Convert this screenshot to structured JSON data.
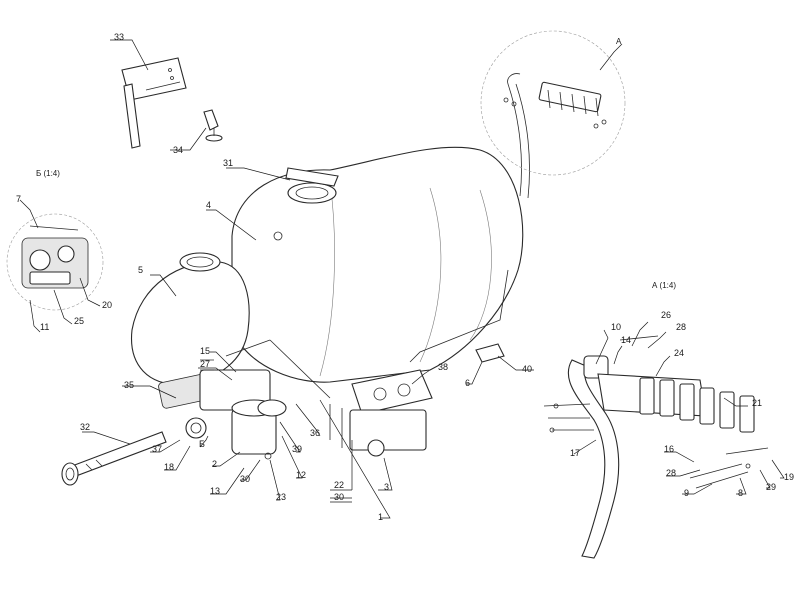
{
  "view_labels": {
    "a_top": "A",
    "b_detail": "Б (1:4)",
    "a_detail": "А (1:4)"
  },
  "callouts": [
    "33",
    "34",
    "31",
    "4",
    "5",
    "7",
    "20",
    "25",
    "11",
    "15",
    "27",
    "35",
    "32",
    "37",
    "18",
    "2",
    "Б",
    "13",
    "30",
    "23",
    "12",
    "39",
    "36",
    "22",
    "30",
    "3",
    "1",
    "38",
    "40",
    "6",
    "10",
    "26",
    "28",
    "14",
    "24",
    "21",
    "17",
    "16",
    "28",
    "9",
    "8",
    "29",
    "19"
  ]
}
